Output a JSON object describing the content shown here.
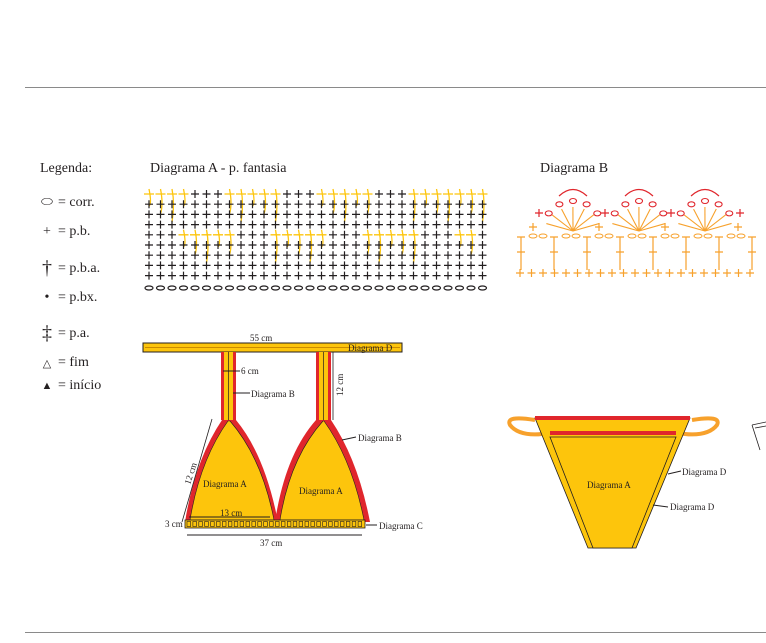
{
  "legend": {
    "title": "Legenda:",
    "items": [
      {
        "icon": "chain-oval-icon",
        "label": "= corr."
      },
      {
        "icon": "plus-icon",
        "label": "= p.b."
      },
      {
        "icon": "half-double-crochet-icon",
        "label": "= p.b.a."
      },
      {
        "icon": "dot-icon",
        "label": "= p.bx."
      },
      {
        "icon": "double-crochet-icon",
        "label": "= p.a."
      },
      {
        "icon": "outline-triangle-icon",
        "label": "= fim"
      },
      {
        "icon": "filled-triangle-icon",
        "label": "= início"
      }
    ]
  },
  "diagram_a": {
    "title": "Diagrama A - p. fantasia"
  },
  "diagram_b": {
    "title": "Diagrama B"
  },
  "top_schematic": {
    "width_label": "55 cm",
    "band_label": "Diagrama D",
    "strap_width_label": "6 cm",
    "strap_label": "Diagrama B",
    "strap_length_label": "12 cm",
    "cup_edge_label": "Diagrama B",
    "cup_side_label": "12 cm",
    "cup_left_label": "Diagrama A",
    "cup_right_label": "Diagrama A",
    "cup_base_label": "13 cm",
    "band_height_label": "3 cm",
    "bottom_band_label": "Diagrama C",
    "bottom_width_label": "37 cm"
  },
  "bottom_schematic": {
    "center_label": "Diagrama A",
    "edge_label_1": "Diagrama D",
    "edge_label_2": "Diagrama D"
  },
  "colors": {
    "yellow": "#fdc50c",
    "red": "#e0262c",
    "orange": "#f7a12c",
    "dark": "#231f20"
  }
}
